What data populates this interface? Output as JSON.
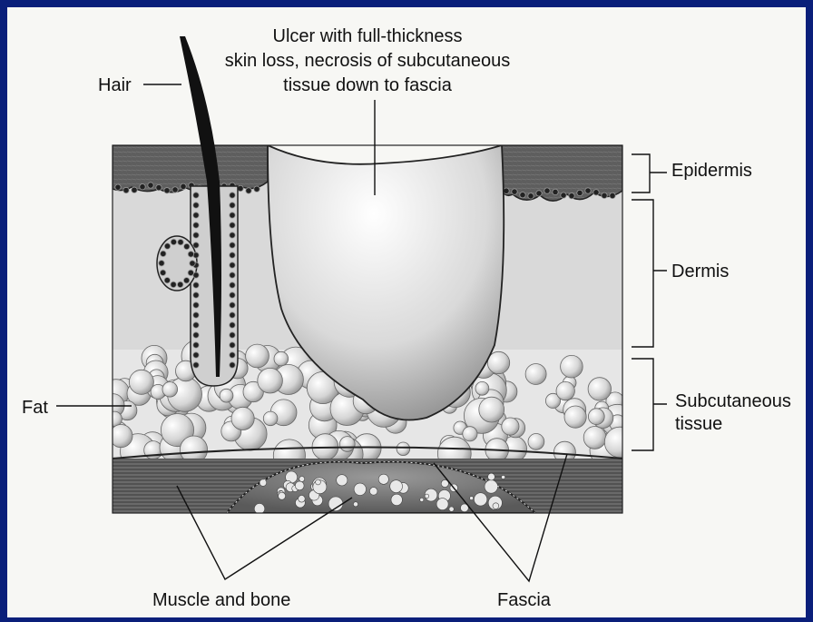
{
  "labels": {
    "title_line1": "Ulcer with full-thickness",
    "title_line2": "skin loss, necrosis of subcutaneous",
    "title_line3": "tissue down to fascia",
    "hair": "Hair",
    "epidermis": "Epidermis",
    "dermis": "Dermis",
    "subcutaneous_line1": "Subcutaneous",
    "subcutaneous_line2": "tissue",
    "fat": "Fat",
    "muscle_bone": "Muscle and bone",
    "fascia": "Fascia"
  },
  "colors": {
    "border": "#0a1f7a",
    "background": "#f7f7f4",
    "epidermis": "#6e6e6e",
    "dermis": "#d6d6d6",
    "subcutaneous": "#e4e4e4",
    "muscle": "#555555",
    "ulcer": "#eeeeee"
  }
}
